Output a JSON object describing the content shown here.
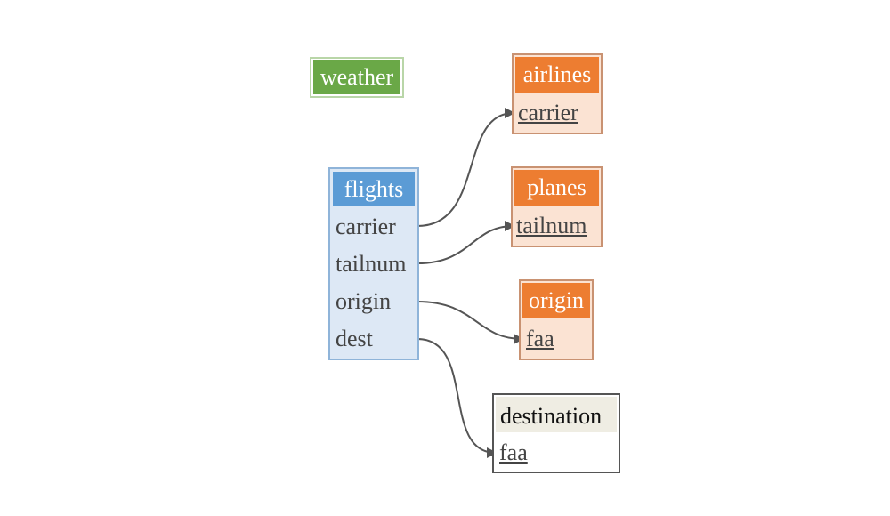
{
  "tables": {
    "weather": {
      "name": "weather",
      "color": "#6aa847",
      "fields": []
    },
    "flights": {
      "name": "flights",
      "color": "#5b9bd5",
      "fill": "#dde8f5",
      "fields": [
        "carrier",
        "tailnum",
        "origin",
        "dest"
      ]
    },
    "airlines": {
      "name": "airlines",
      "color": "#ed7d31",
      "fill": "#fbe3d3",
      "fields": [
        "carrier"
      ]
    },
    "planes": {
      "name": "planes",
      "color": "#ed7d31",
      "fill": "#fbe3d3",
      "fields": [
        "tailnum"
      ]
    },
    "origin": {
      "name": "origin",
      "color": "#ed7d31",
      "fill": "#fbe3d3",
      "fields": [
        "faa"
      ]
    },
    "destination": {
      "name": "destination",
      "color": "#efede3",
      "fill": "#ffffff",
      "fields": [
        "faa"
      ]
    }
  },
  "relations": [
    {
      "from": "flights.carrier",
      "to": "airlines.carrier"
    },
    {
      "from": "flights.tailnum",
      "to": "planes.tailnum"
    },
    {
      "from": "flights.origin",
      "to": "origin.faa"
    },
    {
      "from": "flights.dest",
      "to": "destination.faa"
    }
  ]
}
